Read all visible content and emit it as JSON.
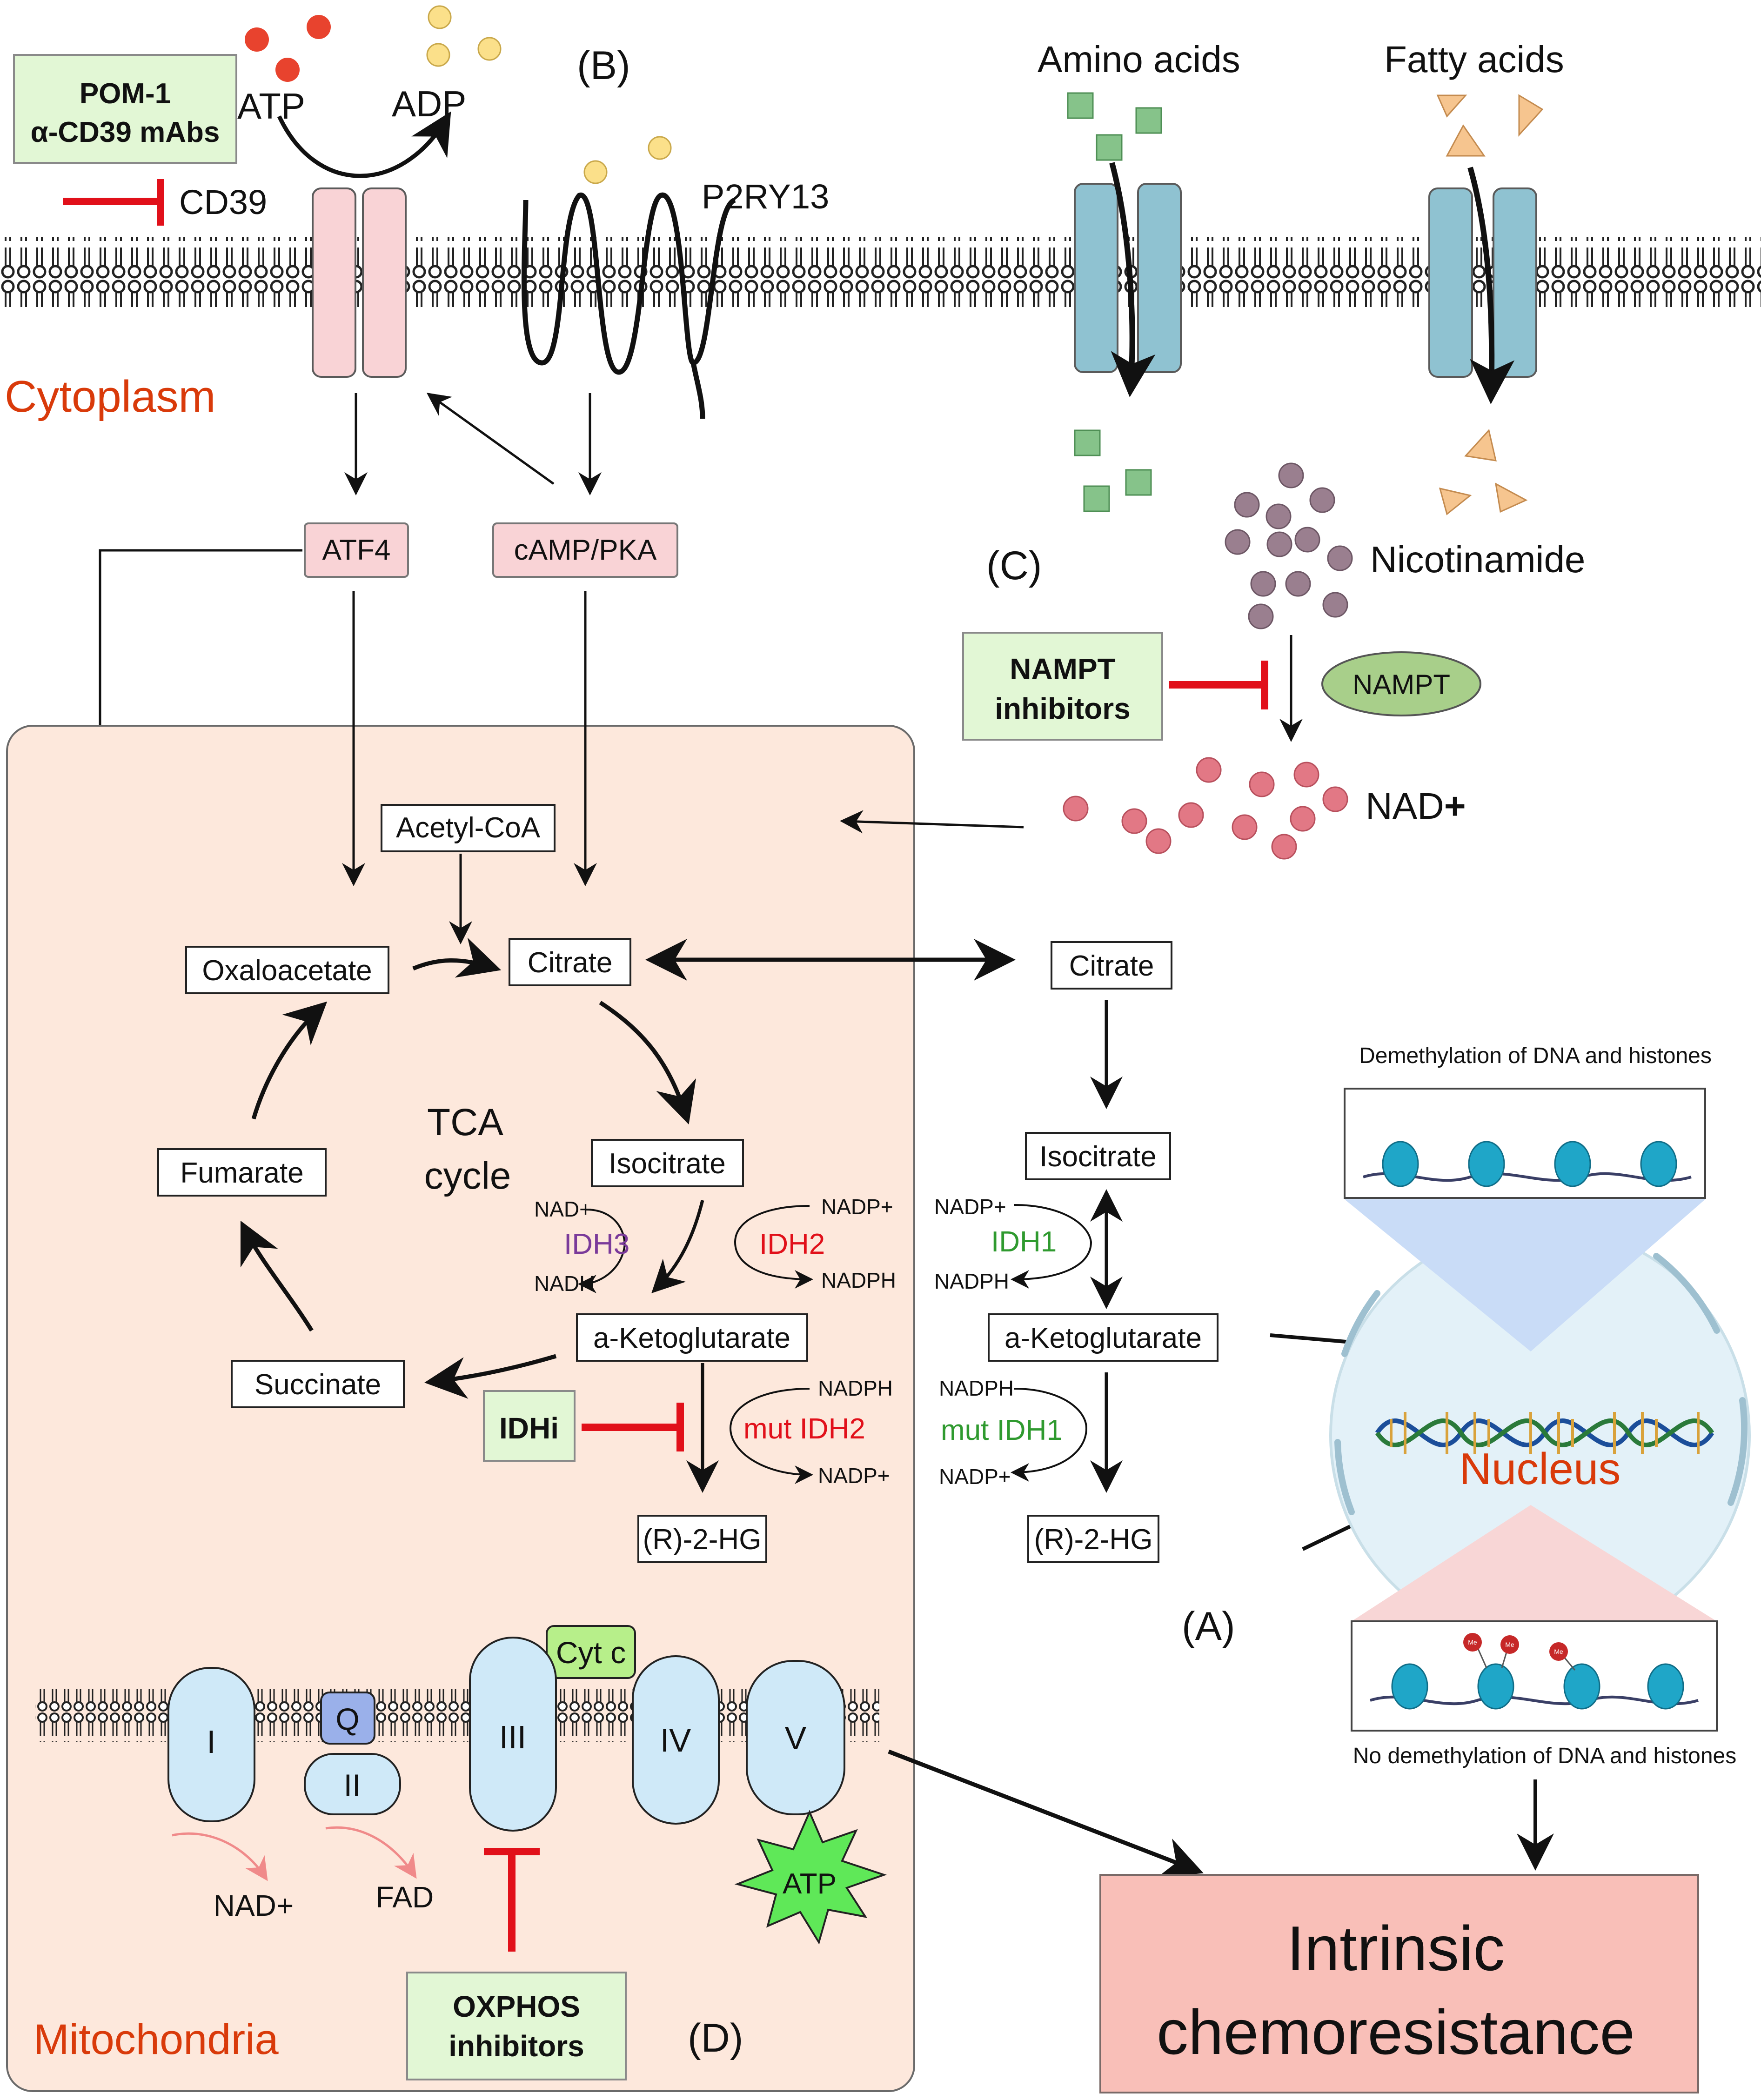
{
  "membrane": {
    "cytoplasm_label": "Cytoplasm",
    "cd39_label": "CD39",
    "p2ry13_label": "P2RY13",
    "atp_label": "ATP",
    "adp_label": "ADP",
    "panel_b": "(B)",
    "amino_acids": "Amino acids",
    "fatty_acids": "Fatty acids"
  },
  "inhibitors": {
    "pom1_line1": "POM-1",
    "pom1_line2": "α-CD39 mAbs",
    "nampt_line1": "NAMPT",
    "nampt_line2": "inhibitors",
    "idhi": "IDHi",
    "oxphos_line1": "OXPHOS",
    "oxphos_line2": "inhibitors"
  },
  "signaling": {
    "atf4": "ATF4",
    "camp_pka": "cAMP/PKA"
  },
  "nad_panel": {
    "panel_c": "(C)",
    "nicotinamide": "Nicotinamide",
    "nampt": "NAMPT",
    "nad_plus": "NAD",
    "nad_plus_sign": "+"
  },
  "tca": {
    "acetyl_coa": "Acetyl-CoA",
    "oxaloacetate": "Oxaloacetate",
    "citrate": "Citrate",
    "isocitrate": "Isocitrate",
    "a_ketoglutarate": "a-Ketoglutarate",
    "succinate": "Succinate",
    "fumarate": "Fumarate",
    "r2hg": "(R)-2-HG",
    "cycle_line1": "TCA",
    "cycle_line2": "cycle",
    "idh3": "IDH3",
    "idh2": "IDH2",
    "mut_idh2": "mut IDH2",
    "nad_plus_small": "NAD+",
    "nadh": "NADH",
    "nadp_plus": "NADP+",
    "nadph": "NADPH"
  },
  "cyto_path": {
    "citrate": "Citrate",
    "isocitrate": "Isocitrate",
    "a_ketoglutarate": "a-Ketoglutarate",
    "r2hg": "(R)-2-HG",
    "idh1": "IDH1",
    "mut_idh1": "mut IDH1",
    "nadp_plus": "NADP+",
    "nadph": "NADPH",
    "panel_a": "(A)"
  },
  "nucleus": {
    "label": "Nucleus",
    "demethylation": "Demethylation of DNA and histones",
    "no_demethylation": "No demethylation of DNA and histones",
    "methyl_tag": "Me"
  },
  "etc": {
    "complex_1": "I",
    "complex_2": "II",
    "complex_3": "III",
    "complex_4": "IV",
    "complex_5": "V",
    "q": "Q",
    "cyt_c": "Cyt c",
    "nad_plus": "NAD+",
    "fad": "FAD",
    "atp": "ATP"
  },
  "mitochondria": {
    "label": "Mitochondria",
    "panel_d": "(D)"
  },
  "outcome": {
    "line1": "Intrinsic",
    "line2": "chemoresistance"
  },
  "colors": {
    "membrane_head": "#ffffff",
    "pink_channel": "#f9d3d6",
    "blue_channel": "#8fc2d1",
    "mito_fill": "#fde8dc",
    "green_box": "#e2f7d5",
    "red_inhibit": "#e1101a",
    "outcome_fill": "#f9bfb8",
    "label_red": "#d93a0a",
    "purple": "#7a3a9a",
    "green_text": "#2f9a2f",
    "complex_fill": "#cfe9f8"
  }
}
